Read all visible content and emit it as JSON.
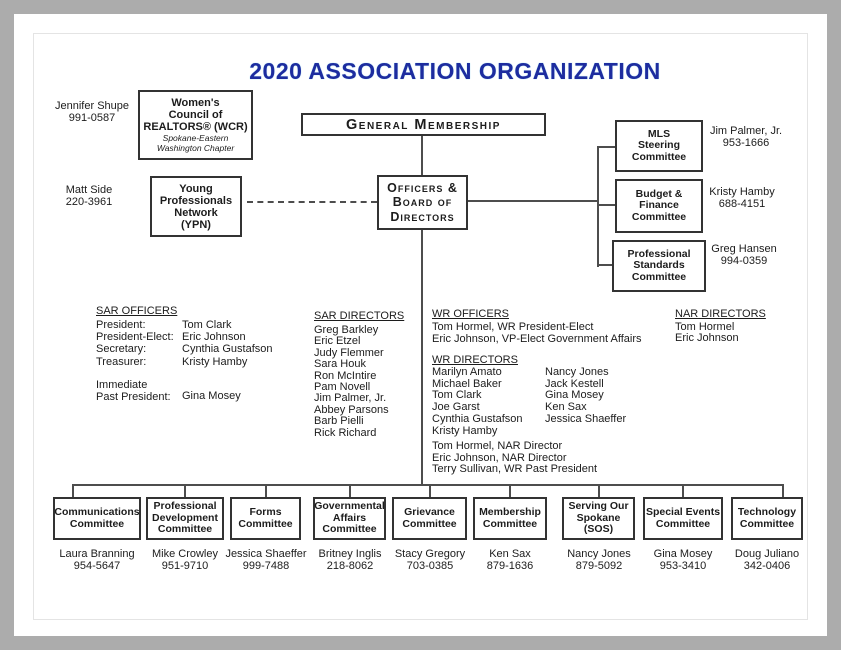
{
  "title": "2020 ASSOCIATION ORGANIZATION",
  "colors": {
    "title_blue": "#1d2c9f",
    "connector": "#4d4d4d",
    "box_border": "#333333"
  },
  "wcr": {
    "name_lines": [
      "Women's",
      "Council of",
      "REALTORS® (WCR)"
    ],
    "chapter_lines": [
      "Spokane-Eastern",
      "Washington Chapter"
    ],
    "contact_name": "Jennifer Shupe",
    "contact_phone": "991-0587"
  },
  "general_membership": {
    "label": "General Membership"
  },
  "ypn": {
    "name_lines": [
      "Young",
      "Professionals",
      "Network",
      "(YPN)"
    ],
    "contact_name": "Matt Side",
    "contact_phone": "220-3961"
  },
  "officers_board": {
    "name_lines": [
      "Officers &",
      "Board of",
      "Directors"
    ]
  },
  "right_committees": [
    {
      "name_lines": [
        "MLS",
        "Steering",
        "Committee"
      ],
      "contact_name": "Jim Palmer, Jr.",
      "contact_phone": "953-1666"
    },
    {
      "name_lines": [
        "Budget &",
        "Finance",
        "Committee"
      ],
      "contact_name": "Kristy Hamby",
      "contact_phone": "688-4151"
    },
    {
      "name_lines": [
        "Professional",
        "Standards",
        "Committee"
      ],
      "contact_name": "Greg Hansen",
      "contact_phone": "994-0359"
    }
  ],
  "sar_officers": {
    "heading": "SAR OFFICERS",
    "labels": [
      "President:",
      "President-Elect:",
      "Secretary:",
      "Treasurer:",
      "",
      "Immediate",
      "Past President:"
    ],
    "values": [
      "Tom Clark",
      "Eric Johnson",
      "Cynthia Gustafson",
      "Kristy Hamby",
      "",
      "",
      "Gina Mosey"
    ]
  },
  "sar_directors": {
    "heading": "SAR DIRECTORS",
    "members": [
      "Greg Barkley",
      "Eric Etzel",
      "Judy Flemmer",
      "Sara Houk",
      "Ron McIntire",
      "Pam Novell",
      "Jim Palmer, Jr.",
      "Abbey Parsons",
      "Barb Pielli",
      "Rick Richard"
    ]
  },
  "wr_officers": {
    "heading": "WR OFFICERS",
    "lines": [
      "Tom Hormel, WR President-Elect",
      "Eric Johnson, VP-Elect Government Affairs"
    ]
  },
  "wr_directors": {
    "heading": "WR DIRECTORS",
    "column1": [
      "Marilyn Amato",
      "Michael Baker",
      "Tom Clark",
      "Joe Garst",
      "Cynthia Gustafson",
      "Kristy Hamby"
    ],
    "column2": [
      "Nancy Jones",
      "Jack Kestell",
      "Gina Mosey",
      "Ken Sax",
      "Jessica Shaeffer"
    ],
    "notes": [
      "Tom Hormel, NAR Director",
      "Eric Johnson, NAR Director",
      "Terry Sullivan, WR Past President"
    ]
  },
  "nar_directors": {
    "heading": "NAR DIRECTORS",
    "members": [
      "Tom Hormel",
      "Eric Johnson"
    ]
  },
  "bottom_committees": [
    {
      "name_lines": [
        "Communications",
        "Committee"
      ],
      "contact_name": "Laura Branning",
      "contact_phone": "954-5647"
    },
    {
      "name_lines": [
        "Professional",
        "Development",
        "Committee"
      ],
      "contact_name": "Mike Crowley",
      "contact_phone": "951-9710"
    },
    {
      "name_lines": [
        "Forms",
        "Committee"
      ],
      "contact_name": "Jessica Shaeffer",
      "contact_phone": "999-7488"
    },
    {
      "name_lines": [
        "Governmental",
        "Affairs",
        "Committee"
      ],
      "contact_name": "Britney Inglis",
      "contact_phone": "218-8062"
    },
    {
      "name_lines": [
        "Grievance",
        "Committee"
      ],
      "contact_name": "Stacy Gregory",
      "contact_phone": "703-0385"
    },
    {
      "name_lines": [
        "Membership",
        "Committee"
      ],
      "contact_name": "Ken Sax",
      "contact_phone": "879-1636"
    },
    {
      "name_lines": [
        "Serving Our",
        "Spokane",
        "(SOS)"
      ],
      "contact_name": "Nancy Jones",
      "contact_phone": "879-5092"
    },
    {
      "name_lines": [
        "Special Events",
        "Committee"
      ],
      "contact_name": "Gina Mosey",
      "contact_phone": "953-3410"
    },
    {
      "name_lines": [
        "Technology",
        "Committee"
      ],
      "contact_name": "Doug Juliano",
      "contact_phone": "342-0406"
    }
  ]
}
